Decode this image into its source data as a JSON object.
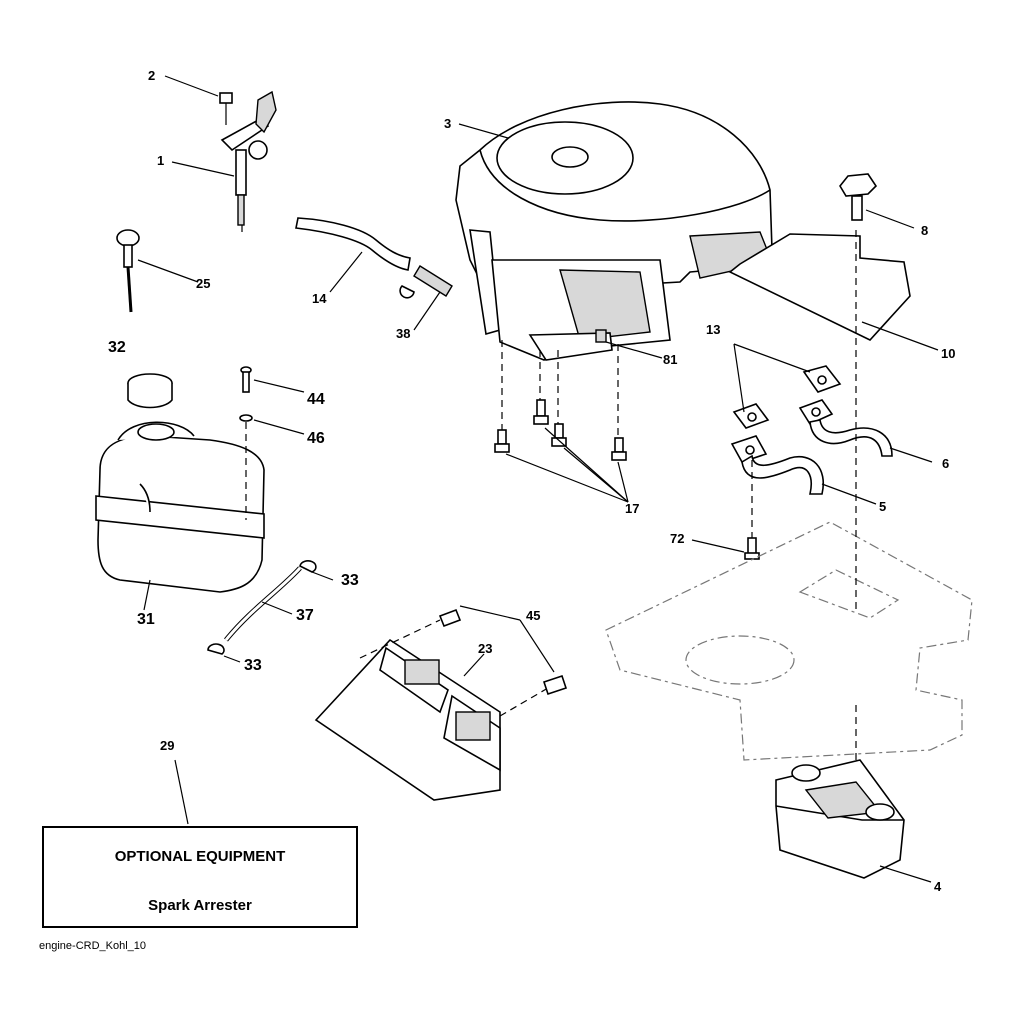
{
  "callouts": {
    "c1": "1",
    "c2": "2",
    "c3": "3",
    "c4": "4",
    "c5": "5",
    "c6": "6",
    "c8": "8",
    "c10": "10",
    "c13": "13",
    "c14": "14",
    "c17": "17",
    "c23": "23",
    "c25": "25",
    "c29": "29",
    "c31": "31",
    "c32": "32",
    "c33a": "33",
    "c33b": "33",
    "c37": "37",
    "c38": "38",
    "c44": "44",
    "c45": "45",
    "c46": "46",
    "c72": "72",
    "c81": "81"
  },
  "optional_box": {
    "title": "OPTIONAL EQUIPMENT",
    "item": "Spark Arrester"
  },
  "caption": "engine-CRD_Kohl_10"
}
